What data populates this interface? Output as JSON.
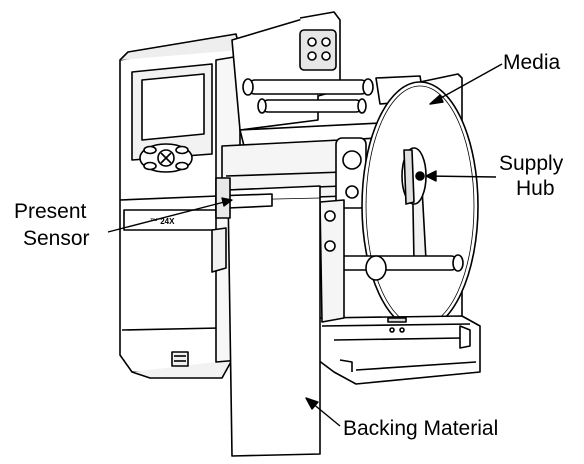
{
  "diagram": {
    "labels": {
      "media": "Media",
      "supply_hub_line1": "Supply",
      "supply_hub_line2": "Hub",
      "present_sensor_line1": "Present",
      "present_sensor_line2": "Sensor",
      "backing_material": "Backing Material"
    },
    "printer_badge_text": "™ 24X"
  },
  "colors": {
    "line": "#000000",
    "fill": "#ffffff",
    "shade": "#d9d9d9",
    "dark": "#333333"
  }
}
